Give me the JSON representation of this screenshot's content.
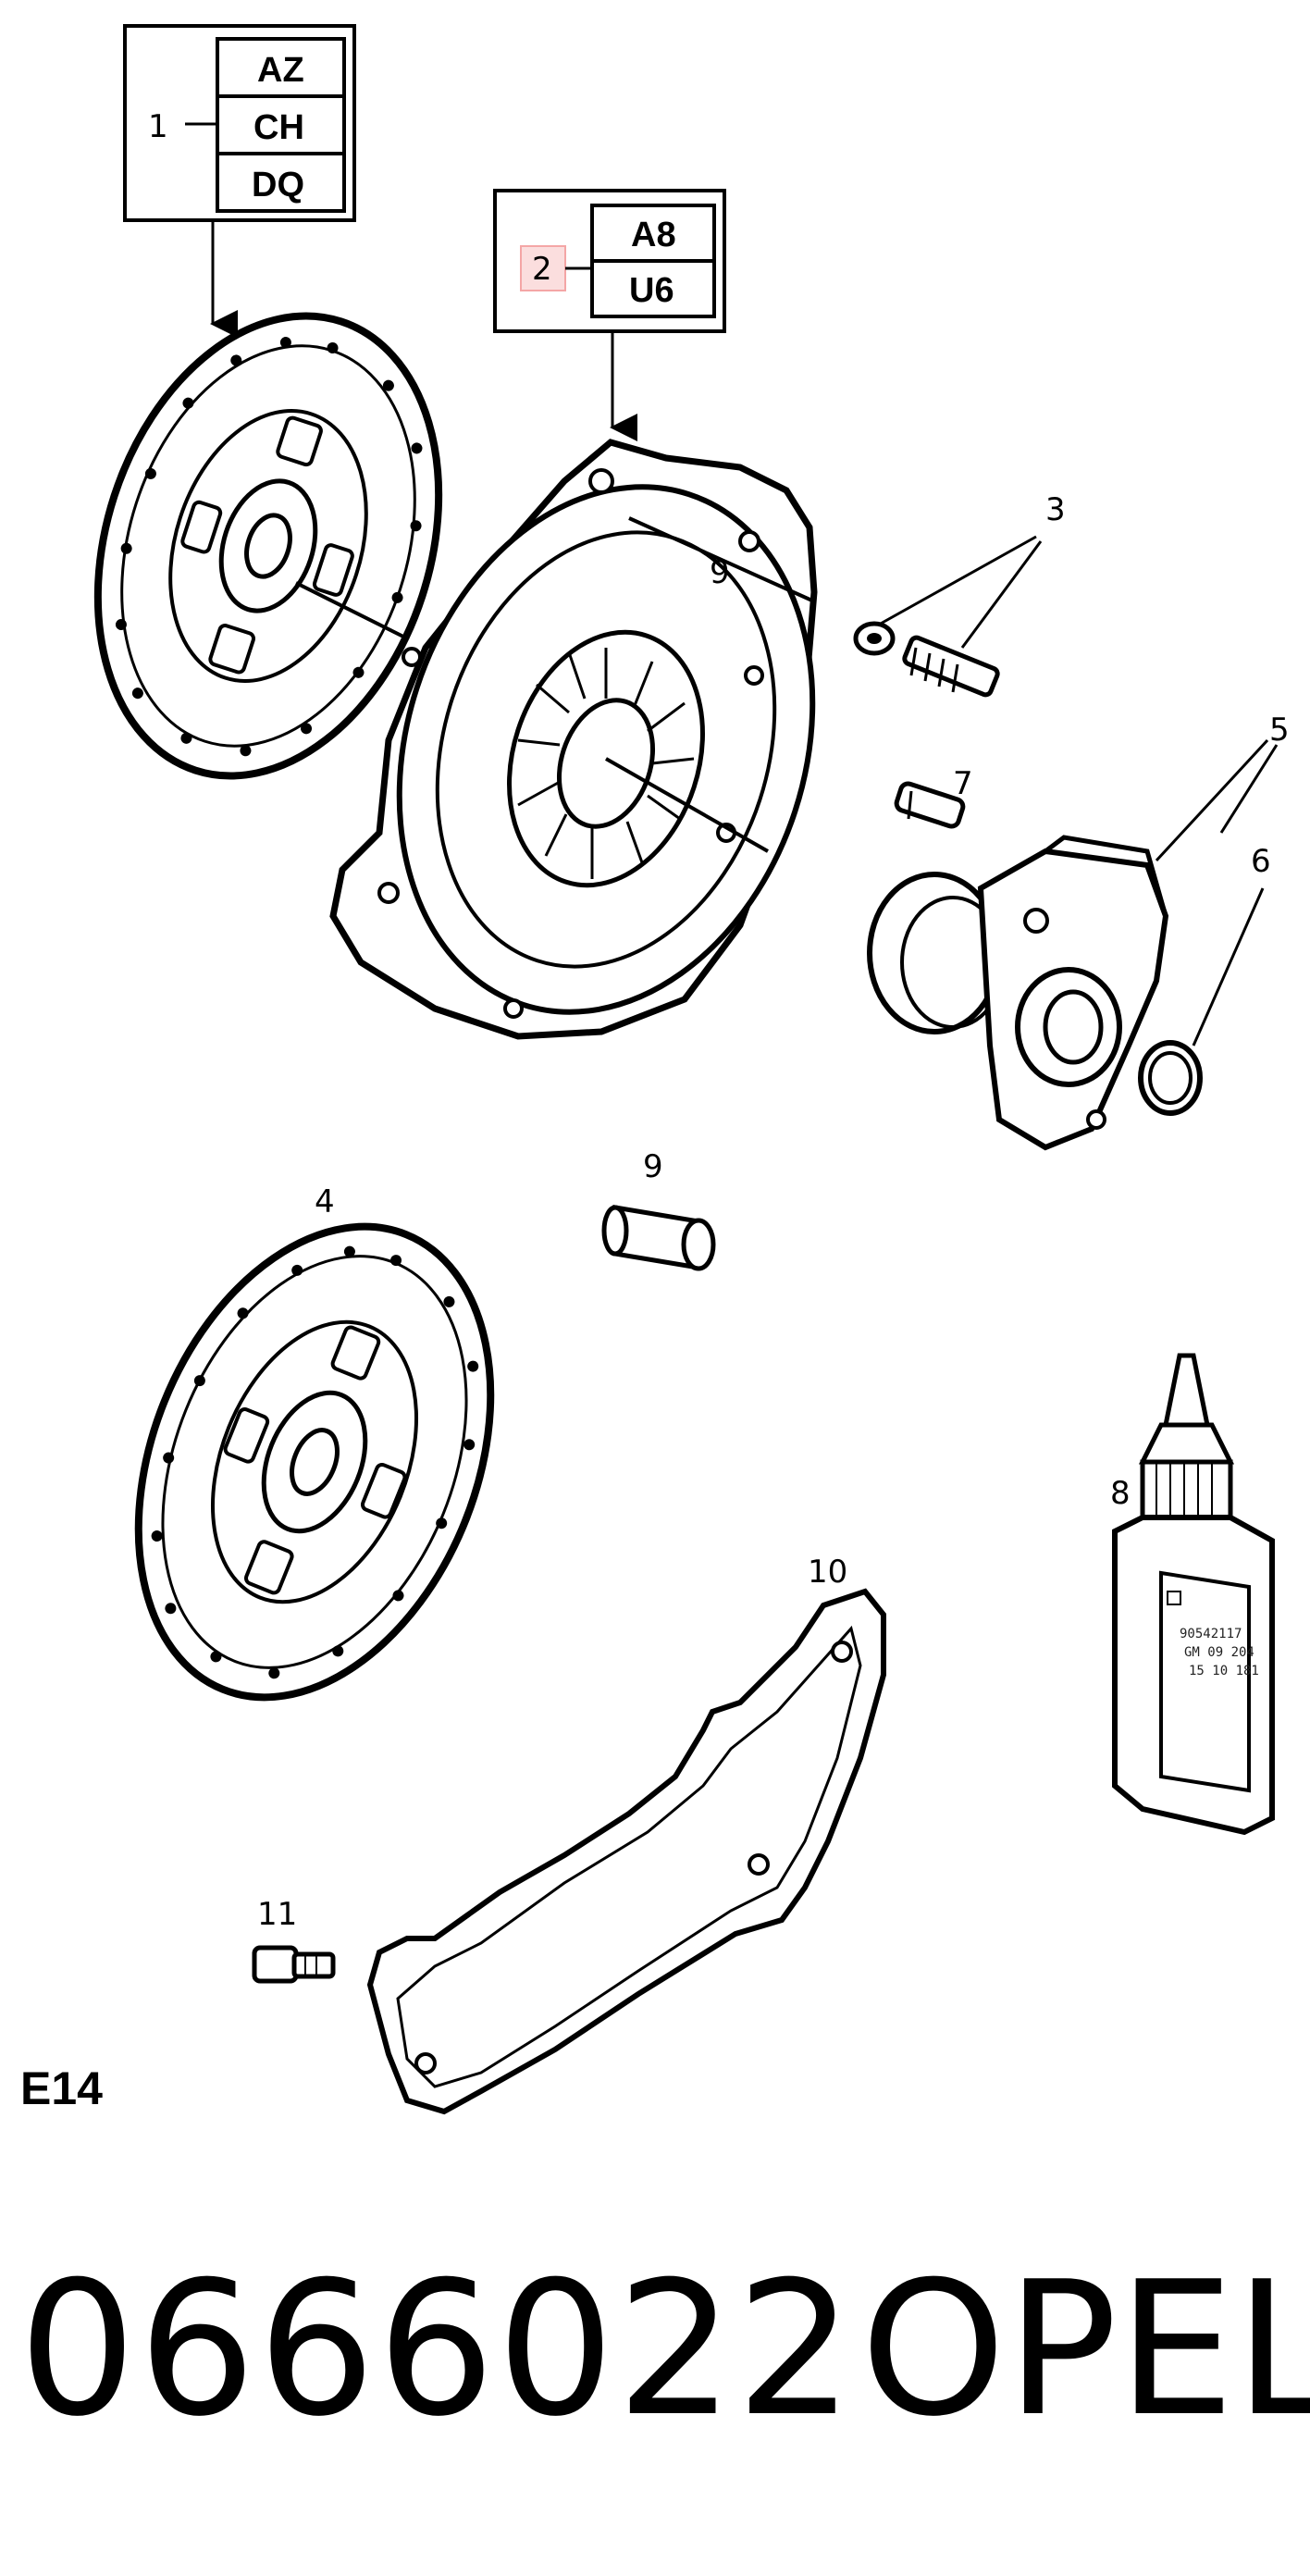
{
  "legend_box_1": {
    "callout": "1",
    "codes": [
      "AZ",
      "CH",
      "DQ"
    ]
  },
  "legend_box_2": {
    "callout": "2",
    "codes": [
      "A8",
      "U6"
    ],
    "highlight_color": "#f4a6a6"
  },
  "callouts": {
    "bolts": "3",
    "disc_lower": "4",
    "slave_cylinder": "5",
    "seal_ring": "6",
    "bleed_screw": "7",
    "lubricant_tube": "8",
    "pilot_bearing_upper": "9",
    "pilot_bearing_lower": "9",
    "cover_plate": "10",
    "cover_bolt": "11"
  },
  "tube_label_lines": [
    "90542117",
    "GM 09 204",
    "15 10 181"
  ],
  "sheet_code": "E14",
  "part_number": "0666022",
  "brand": "OPEL"
}
